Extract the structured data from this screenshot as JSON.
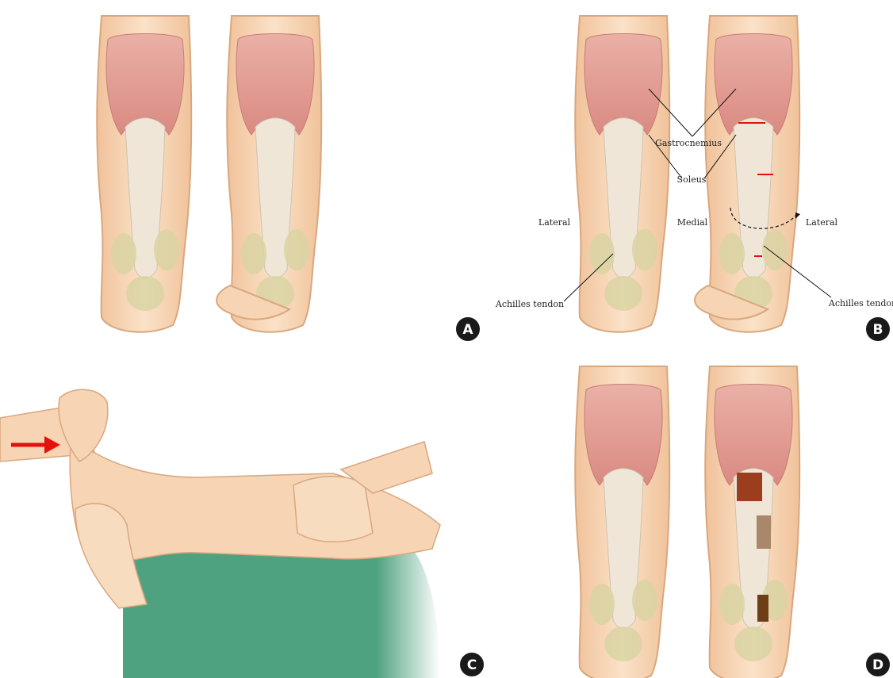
{
  "panels": {
    "a": {
      "badge": "A"
    },
    "b": {
      "badge": "B",
      "labels": {
        "gastrocnemius": "Gastrocnemius",
        "soleus": "Soleus",
        "lateral_left": "Lateral",
        "medial": "Medial",
        "lateral_right": "Lateral",
        "achilles_left": "Achilles tendon",
        "achilles_right": "Achilles tendon"
      }
    },
    "c": {
      "badge": "C"
    },
    "d": {
      "badge": "D"
    }
  },
  "colors": {
    "skin": "#f6d4b4",
    "skin_edge": "#d9a77e",
    "muscle": "#e39a92",
    "tendon": "#efe6d8",
    "bone": "#d9d3a3",
    "table": "#4fa27f",
    "arrow": "#e3120b",
    "incision": "#e3120b",
    "zone_top": "#9a3e1e",
    "zone_mid": "#a8876a",
    "zone_low": "#6e3e16"
  }
}
